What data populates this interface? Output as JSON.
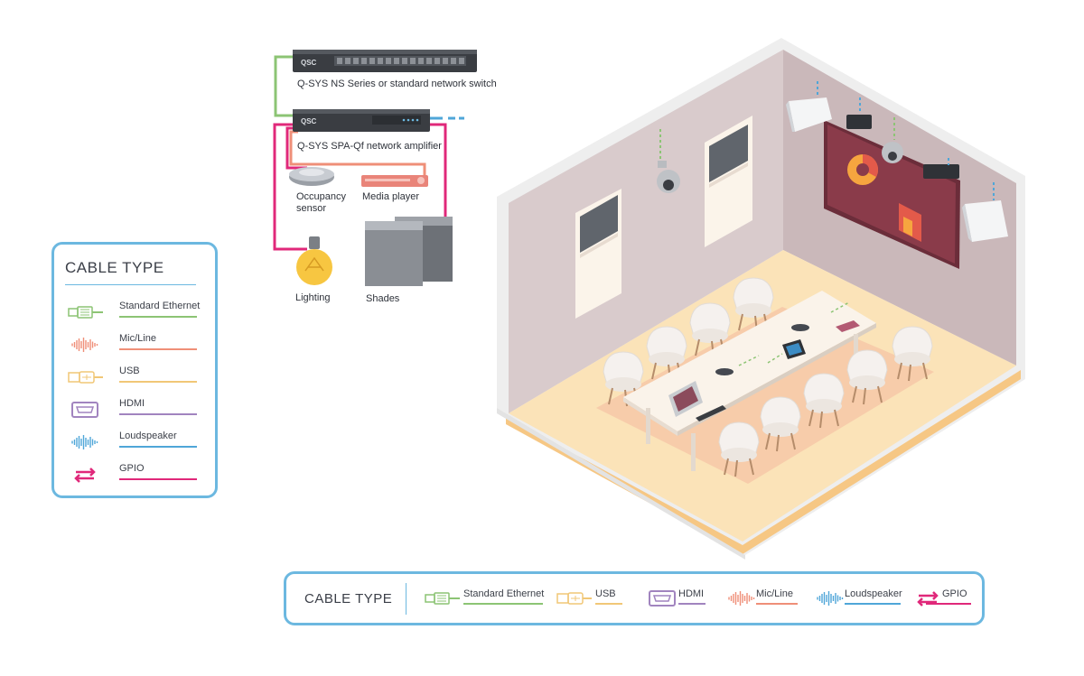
{
  "devices": {
    "switch_label": "Q-SYS NS Series or standard network switch",
    "amplifier_label": "Q-SYS SPA-Qf network amplifier",
    "occupancy_label": "Occupancy\nsensor",
    "occupancy_line1": "Occupancy",
    "occupancy_line2": "sensor",
    "media_player_label": "Media player",
    "lighting_label": "Lighting",
    "shades_label": "Shades",
    "brand_text": "QSC"
  },
  "legend_vertical": {
    "title": "CABLE TYPE",
    "items": [
      {
        "label": "Standard Ethernet",
        "color": "#8cc474",
        "icon": "ethernet-plug-icon"
      },
      {
        "label": "Mic/Line",
        "color": "#ef8f78",
        "icon": "waveform-icon"
      },
      {
        "label": "USB",
        "color": "#f1c777",
        "icon": "usb-plug-icon"
      },
      {
        "label": "HDMI",
        "color": "#a184bf",
        "icon": "hdmi-port-icon"
      },
      {
        "label": "Loudspeaker",
        "color": "#4fa6d8",
        "icon": "waveform-icon"
      },
      {
        "label": "GPIO",
        "color": "#e0287a",
        "icon": "bidirectional-arrows-icon"
      }
    ]
  },
  "legend_horizontal": {
    "title": "CABLE TYPE",
    "items": [
      {
        "label": "Standard Ethernet",
        "color": "#8cc474",
        "icon": "ethernet-plug-icon"
      },
      {
        "label": "USB",
        "color": "#f1c777",
        "icon": "usb-plug-icon"
      },
      {
        "label": "HDMI",
        "color": "#a184bf",
        "icon": "hdmi-port-icon"
      },
      {
        "label": "Mic/Line",
        "color": "#ef8f78",
        "icon": "waveform-icon"
      },
      {
        "label": "Loudspeaker",
        "color": "#4fa6d8",
        "icon": "waveform-icon"
      },
      {
        "label": "GPIO",
        "color": "#e0287a",
        "icon": "bidirectional-arrows-icon"
      }
    ]
  },
  "colors": {
    "ethernet": "#8cc474",
    "micline": "#ef8f78",
    "usb": "#f1c777",
    "hdmi": "#a184bf",
    "loudspeaker": "#4fa6d8",
    "gpio": "#e0287a",
    "legend_border": "#6cb8e0",
    "wall": "#d9cbcb",
    "floor": "#fbe2b8"
  }
}
